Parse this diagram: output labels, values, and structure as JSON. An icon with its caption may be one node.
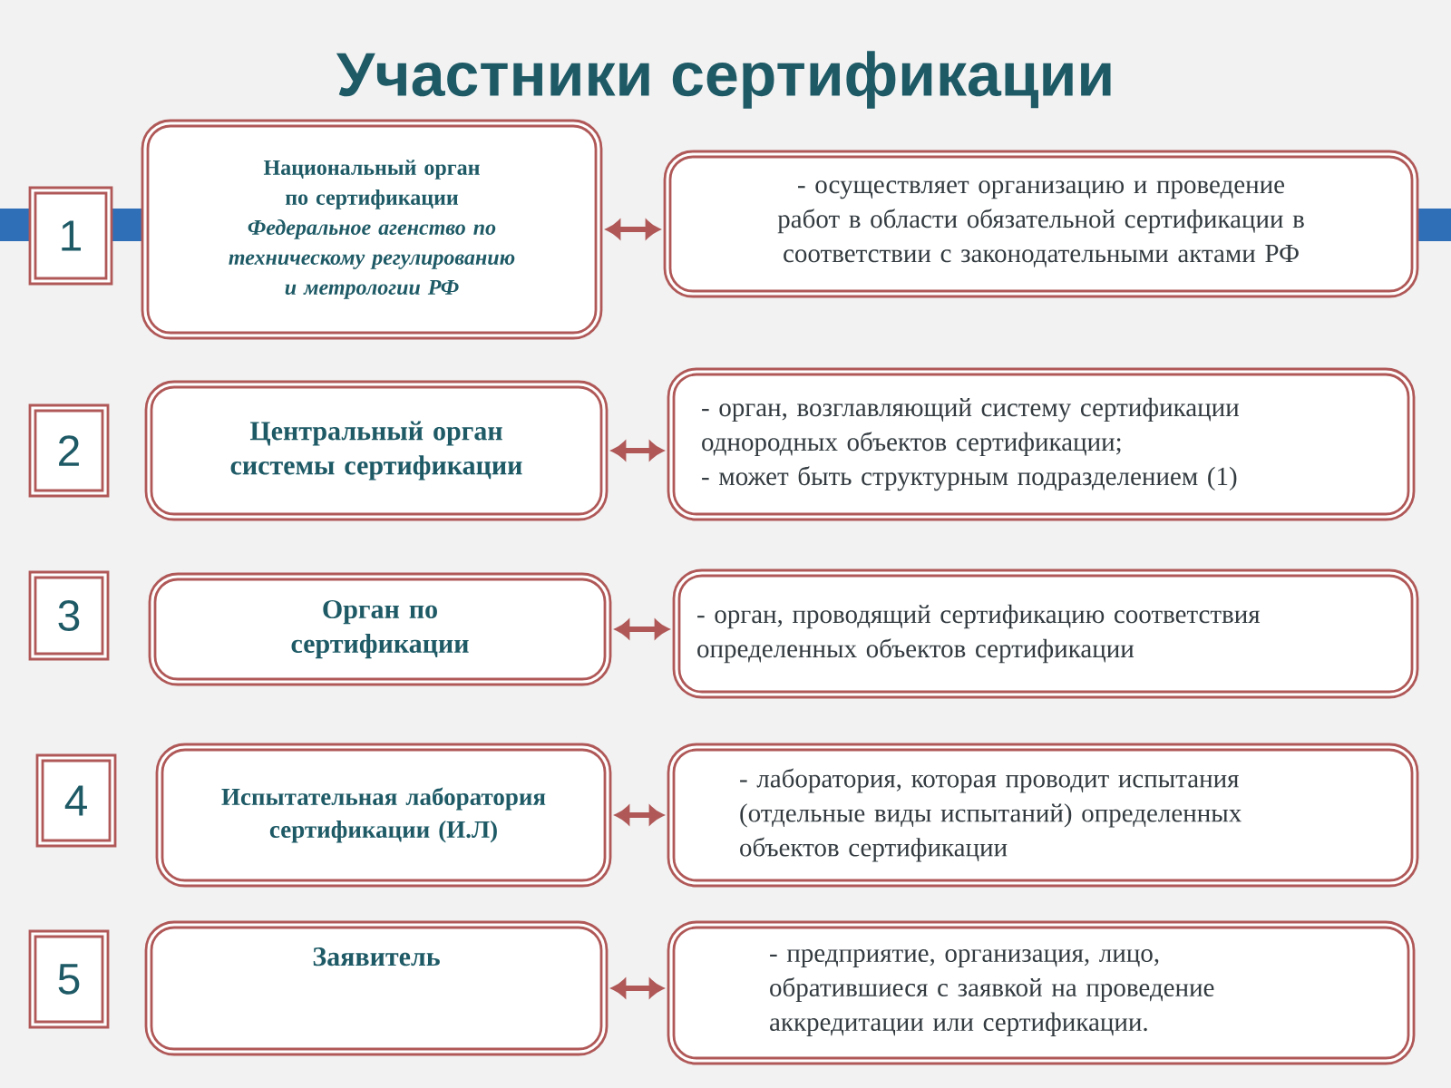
{
  "diagram": {
    "title": "Участники сертификации",
    "nodes": [
      {
        "text": [
          "1"
        ]
      },
      {
        "text": [
          "Национальный орган по сертификации",
          "Федеральное агенство по техническому регулированию и метрологии РФ"
        ]
      },
      {
        "text": [
          "- осуществляет организацию и проведение работ в области обязательной сертификации в соответствии с законодательными актами РФ"
        ]
      },
      {
        "text": [
          "2"
        ]
      },
      {
        "text": [
          "Центральный орган системы сертификации"
        ]
      },
      {
        "text": [
          "- орган, возглавляющий систему сертификации однородных объектов сертификации;",
          "- может быть структурным подразделением (1)"
        ]
      },
      {
        "text": [
          "3"
        ]
      },
      {
        "text": [
          "Орган по сертификации"
        ]
      },
      {
        "text": [
          "- орган, проводящий сертификацию соответствия определенных объектов сертификации"
        ]
      },
      {
        "text": [
          "4"
        ]
      },
      {
        "text": [
          "Испытательная лаборатория сертификации (И.Л)"
        ]
      },
      {
        "text": [
          "- лаборатория, которая проводит испытания (отдельные виды испытаний) определенных объектов сертификации"
        ]
      },
      {
        "text": [
          "5"
        ]
      },
      {
        "text": [
          "Заявитель"
        ]
      },
      {
        "text": [
          "- предприятие, организация, лицо, обратившиеся с заявкой на проведение аккредитации или сертификации."
        ]
      }
    ],
    "edges": [
      {
        "from": 1,
        "to": 2,
        "arrow": "both"
      },
      {
        "from": 4,
        "to": 5,
        "arrow": "both"
      },
      {
        "from": 7,
        "to": 8,
        "arrow": "both"
      },
      {
        "from": 10,
        "to": 11,
        "arrow": "both"
      },
      {
        "from": 13,
        "to": 14,
        "arrow": "both"
      }
    ]
  }
}
